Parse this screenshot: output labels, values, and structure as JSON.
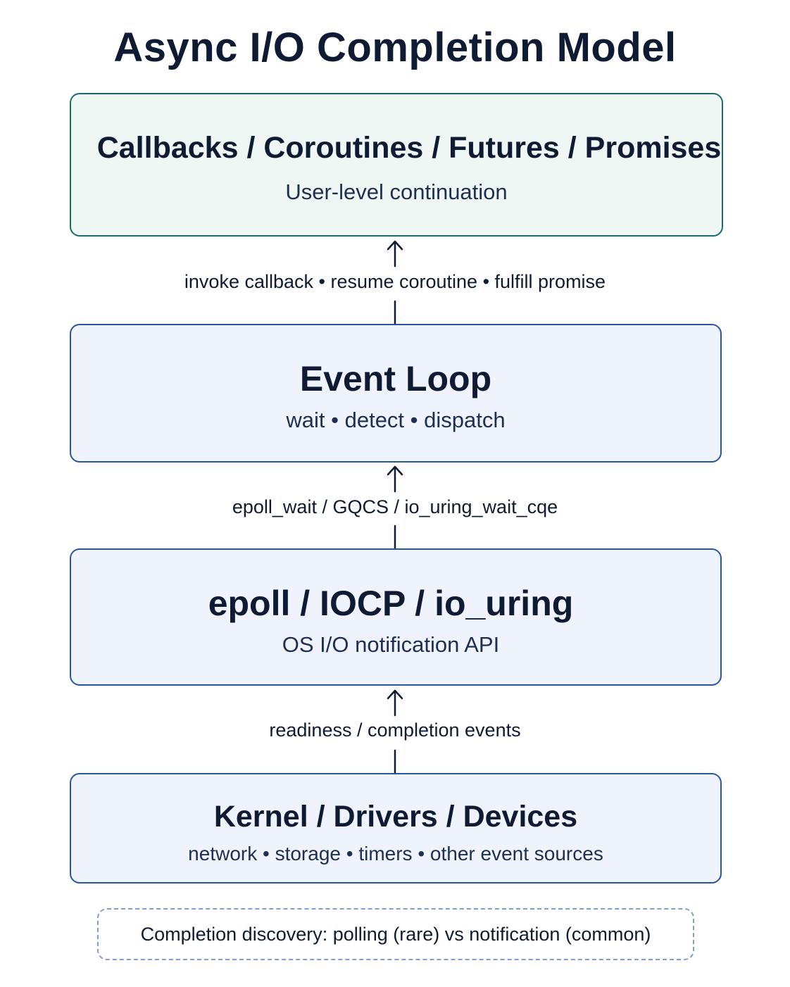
{
  "title": "Async I/O Completion Model",
  "layers": {
    "user": {
      "title": "Callbacks / Coroutines / Futures / Promises",
      "subtitle": "User-level continuation"
    },
    "event_loop": {
      "title": "Event Loop",
      "subtitle": "wait • detect • dispatch"
    },
    "os_api": {
      "title": "epoll / IOCP / io_uring",
      "subtitle": "OS I/O notification API"
    },
    "kernel": {
      "title": "Kernel / Drivers / Devices",
      "subtitle": "network • storage • timers • other event sources"
    }
  },
  "edges": {
    "loop_to_user": "invoke callback • resume coroutine • fulfill promise",
    "os_to_loop": "epoll_wait / GQCS / io_uring_wait_cqe",
    "kernel_to_os": "readiness / completion events"
  },
  "footnote": "Completion discovery: polling (rare) vs notification (common)",
  "colors": {
    "text": "#0f1b33",
    "teal_border": "#1b6b6a",
    "teal_fill": "#eef7f4",
    "blue_border": "#2b55a3",
    "blue_fill": "#eef3fc",
    "dashed_border": "#7f9fd0"
  }
}
